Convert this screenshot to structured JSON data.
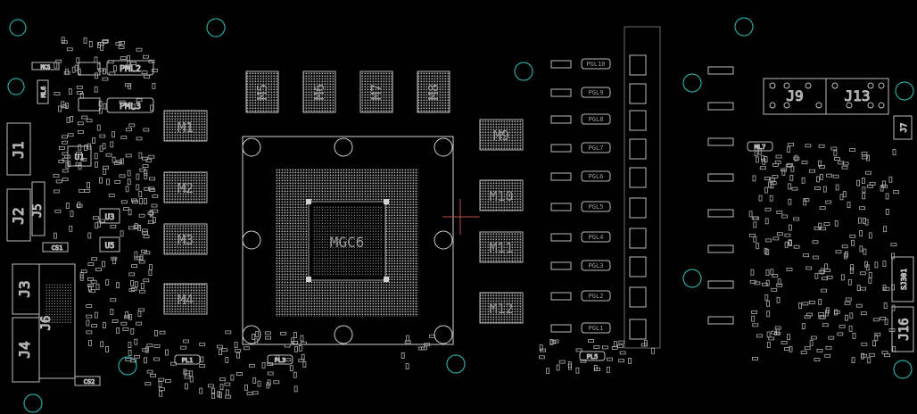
{
  "gpu": {
    "label": "MGC6"
  },
  "memory": [
    {
      "id": "m1",
      "label": "M1"
    },
    {
      "id": "m2",
      "label": "M2"
    },
    {
      "id": "m3",
      "label": "M3"
    },
    {
      "id": "m4",
      "label": "M4"
    },
    {
      "id": "m5",
      "label": "M5"
    },
    {
      "id": "m6",
      "label": "M6"
    },
    {
      "id": "m7",
      "label": "M7"
    },
    {
      "id": "m8",
      "label": "M8"
    },
    {
      "id": "m9",
      "label": "M9"
    },
    {
      "id": "m10",
      "label": "M10"
    },
    {
      "id": "m11",
      "label": "M11"
    },
    {
      "id": "m12",
      "label": "M12"
    }
  ],
  "chips": {
    "u1": "U1",
    "u3": "U3",
    "u5": "U5"
  },
  "connectors": {
    "j1": "J1",
    "j2": "J2",
    "j3": "J3",
    "j4": "J4",
    "j5": "J5",
    "j6": "J6",
    "j7": "J7",
    "j9": "J9",
    "j13": "J13",
    "j16": "J16",
    "sj301": "SJ301"
  },
  "mosfets": {
    "pml2": "PML2",
    "pml3": "PML3"
  },
  "chokes": {
    "left": [
      "PL1",
      "PL3"
    ],
    "right": [
      "PGL10",
      "PGL9",
      "PGL8",
      "PGL7",
      "PGL6",
      "PGL5",
      "PGL4",
      "PGL3",
      "PGL2",
      "PGL1"
    ],
    "bottom_right": "PL5"
  },
  "misc": {
    "cs1": "CS1",
    "cs2": "CS2",
    "mcs": "MCS",
    "ml6": "ML6",
    "ml7": "ML7"
  },
  "colors": {
    "background": "#000000",
    "silkscreen": "#c8c8c8",
    "mount_hole": "#2aa7a0",
    "marker": "#c05050"
  }
}
